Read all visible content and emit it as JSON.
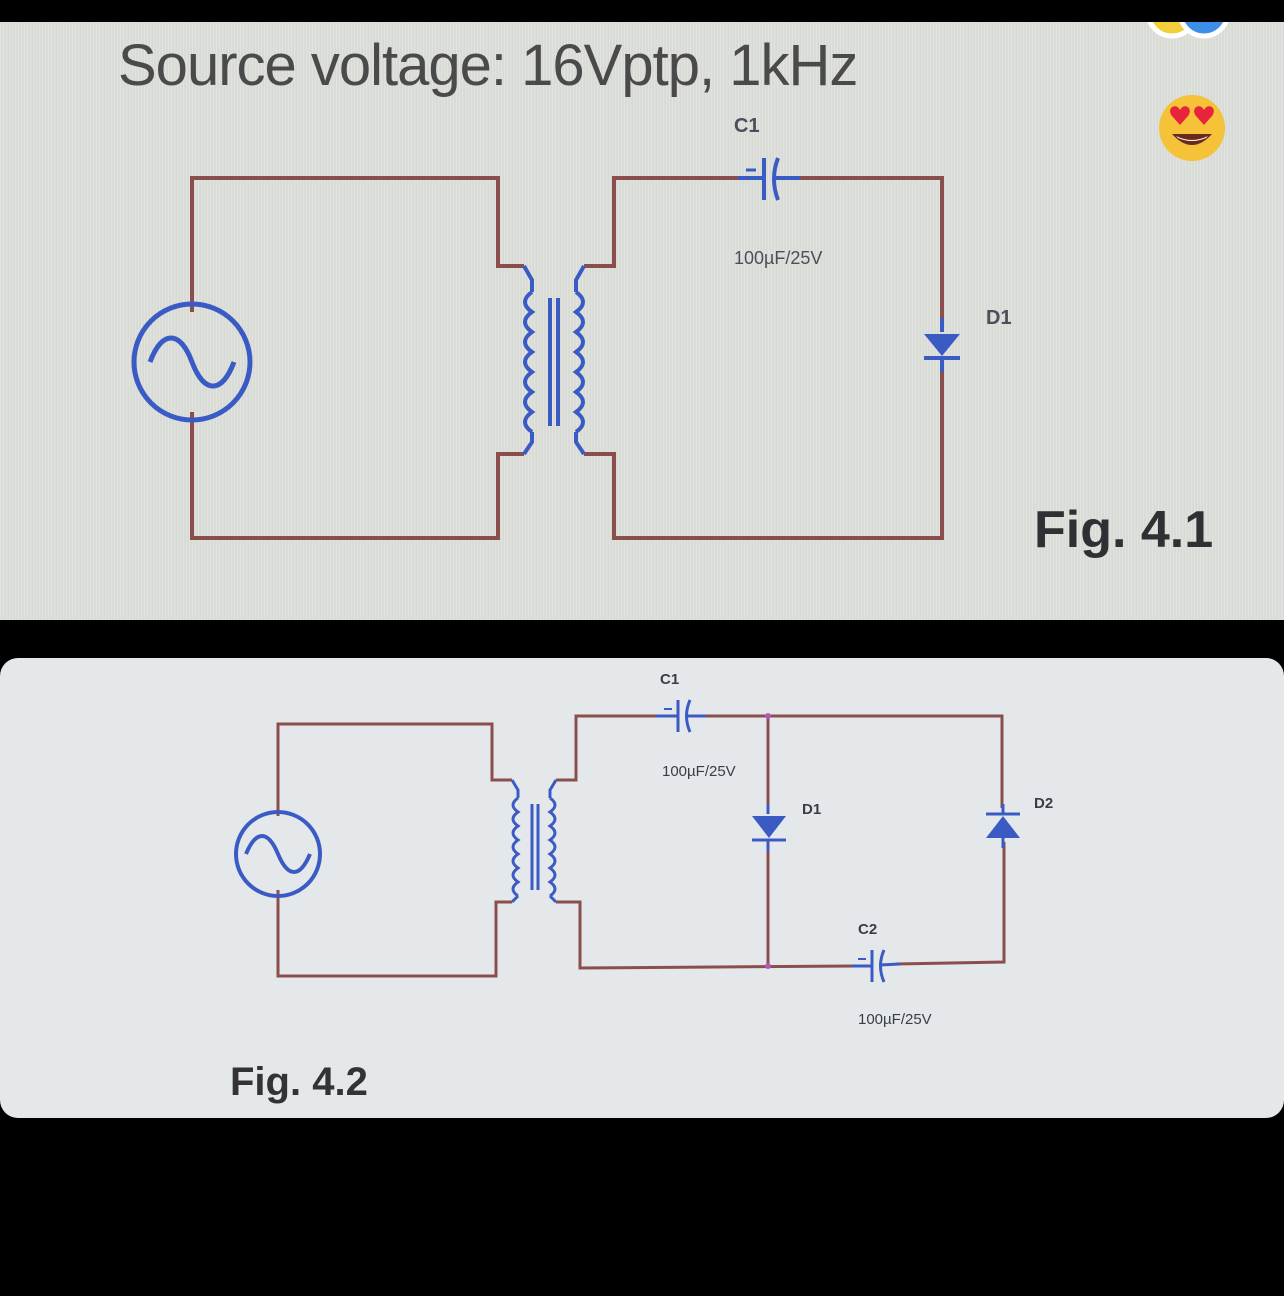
{
  "fig1": {
    "title": "Source voltage: 16Vptp, 1kHz",
    "caption": "Fig. 4.1",
    "c1_label": "C1",
    "c1_value": "100µF/25V",
    "d1_label": "D1"
  },
  "fig2": {
    "caption": "Fig. 4.2",
    "c1_label": "C1",
    "c1_value": "100µF/25V",
    "d1_label": "D1",
    "d2_label": "D2",
    "c2_label": "C2",
    "c2_value": "100µF/25V"
  },
  "colors": {
    "wire": "#8a4f4c",
    "component": "#3b5bc4",
    "background_top": "#dcdfd9",
    "background_bottom": "#e4e8ea"
  },
  "icons": [
    "ac-source-icon",
    "transformer-icon",
    "capacitor-icon",
    "diode-icon",
    "heart-eyes-emoji-icon"
  ]
}
